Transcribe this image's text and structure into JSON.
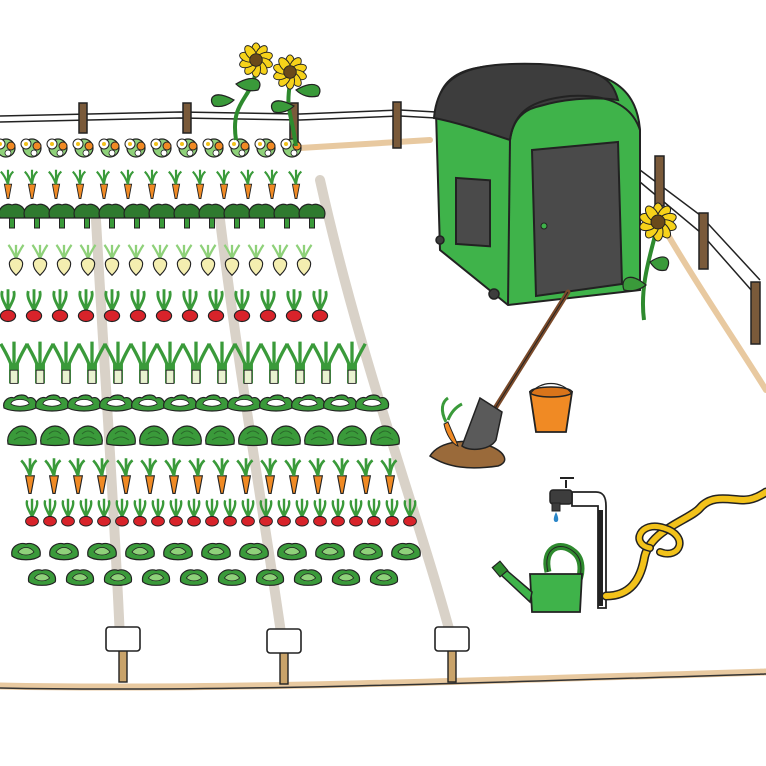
{
  "scene": {
    "subject": "vegetable-garden-illustration",
    "plant_rows": [
      {
        "kind": "flower",
        "icon": "flower-icon"
      },
      {
        "kind": "carrot",
        "icon": "carrot-icon"
      },
      {
        "kind": "broccoli",
        "icon": "broccoli-icon"
      },
      {
        "kind": "turnip",
        "icon": "turnip-icon"
      },
      {
        "kind": "radish",
        "icon": "radish-icon"
      },
      {
        "kind": "leek",
        "icon": "leek-icon"
      },
      {
        "kind": "cauliflower",
        "icon": "cauliflower-icon"
      },
      {
        "kind": "lettuce",
        "icon": "lettuce-icon"
      },
      {
        "kind": "carrot",
        "icon": "carrot-icon"
      },
      {
        "kind": "radish",
        "icon": "radish-icon"
      },
      {
        "kind": "cabbage",
        "icon": "cabbage-icon"
      }
    ],
    "objects": [
      "garden-shed",
      "sunflower",
      "shovel",
      "bucket",
      "water-tap",
      "watering-can",
      "garden-hose",
      "fence",
      "plot-sign"
    ],
    "plot_signs_count": 3,
    "sunflowers_count": 3
  },
  "colors": {
    "shed_green": "#3fb34a",
    "shed_dark": "#4a4a4a",
    "leaf_green": "#3a9a3a",
    "leaf_light": "#8fd17a",
    "carrot_orange": "#f08a24",
    "radish_red": "#d8232a",
    "turnip_cream": "#f4eeb0",
    "bucket_orange": "#f08a24",
    "hose_yellow": "#f2c21a",
    "path_tan": "#e8c9a0",
    "fence_wood": "#7a5a3a",
    "sunflower_yellow": "#f6d21a",
    "soil_brown": "#9a6a3a"
  }
}
